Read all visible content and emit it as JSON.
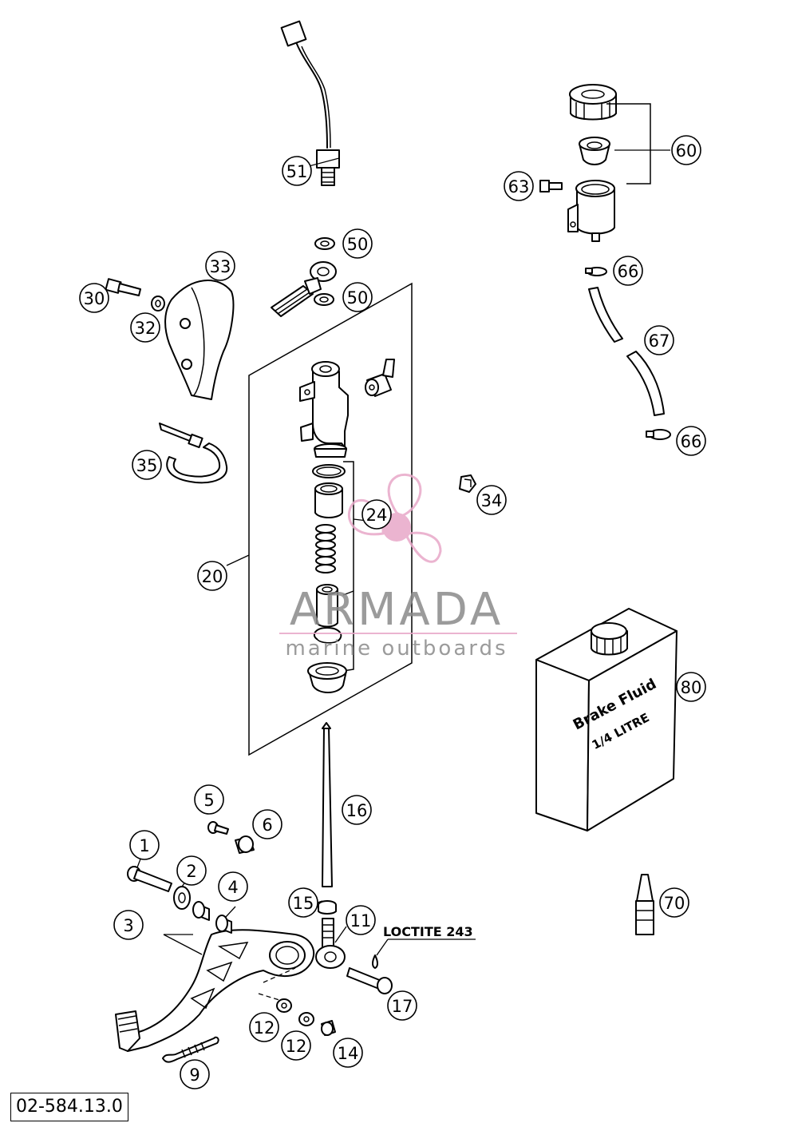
{
  "callouts": [
    {
      "id": "51",
      "label": "51"
    },
    {
      "id": "50a",
      "label": "50"
    },
    {
      "id": "50b",
      "label": "50"
    },
    {
      "id": "60",
      "label": "60"
    },
    {
      "id": "63",
      "label": "63"
    },
    {
      "id": "66a",
      "label": "66"
    },
    {
      "id": "67",
      "label": "67"
    },
    {
      "id": "66b",
      "label": "66"
    },
    {
      "id": "33",
      "label": "33"
    },
    {
      "id": "30",
      "label": "30"
    },
    {
      "id": "32",
      "label": "32"
    },
    {
      "id": "35",
      "label": "35"
    },
    {
      "id": "34",
      "label": "34"
    },
    {
      "id": "24",
      "label": "24"
    },
    {
      "id": "20",
      "label": "20"
    },
    {
      "id": "80",
      "label": "80"
    },
    {
      "id": "5",
      "label": "5"
    },
    {
      "id": "6",
      "label": "6"
    },
    {
      "id": "16",
      "label": "16"
    },
    {
      "id": "1",
      "label": "1"
    },
    {
      "id": "2",
      "label": "2"
    },
    {
      "id": "4",
      "label": "4"
    },
    {
      "id": "3",
      "label": "3"
    },
    {
      "id": "15",
      "label": "15"
    },
    {
      "id": "11",
      "label": "11"
    },
    {
      "id": "70",
      "label": "70"
    },
    {
      "id": "17",
      "label": "17"
    },
    {
      "id": "12a",
      "label": "12"
    },
    {
      "id": "12b",
      "label": "12"
    },
    {
      "id": "14",
      "label": "14"
    },
    {
      "id": "9",
      "label": "9"
    }
  ],
  "loctite_label": "LOCTITE 243",
  "fluid_container": {
    "line1": "Brake Fluid",
    "line2": "1/4 LITRE"
  },
  "watermark": {
    "brand": "ARMADA",
    "tagline": "marine outboards",
    "brand_color": "#8a8a8a",
    "logo_color": "#e8a8c8"
  },
  "doc_number": "02-584.13.0"
}
